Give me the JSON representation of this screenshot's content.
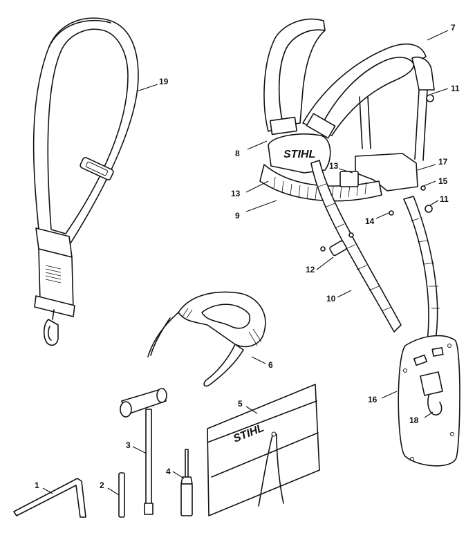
{
  "diagram": {
    "brand_text": "STIHL",
    "colors": {
      "line": "#111111",
      "background": "#ffffff"
    },
    "parts": [
      {
        "id": "1",
        "label": "1"
      },
      {
        "id": "2",
        "label": "2"
      },
      {
        "id": "3",
        "label": "3"
      },
      {
        "id": "4",
        "label": "4"
      },
      {
        "id": "5",
        "label": "5"
      },
      {
        "id": "6",
        "label": "6"
      },
      {
        "id": "7",
        "label": "7"
      },
      {
        "id": "8",
        "label": "8"
      },
      {
        "id": "9",
        "label": "9"
      },
      {
        "id": "10",
        "label": "10"
      },
      {
        "id": "11a",
        "label": "11"
      },
      {
        "id": "11b",
        "label": "11"
      },
      {
        "id": "12",
        "label": "12"
      },
      {
        "id": "13a",
        "label": "13"
      },
      {
        "id": "13b",
        "label": "13"
      },
      {
        "id": "14",
        "label": "14"
      },
      {
        "id": "15",
        "label": "15"
      },
      {
        "id": "16",
        "label": "16"
      },
      {
        "id": "17",
        "label": "17"
      },
      {
        "id": "18",
        "label": "18"
      },
      {
        "id": "19",
        "label": "19"
      }
    ]
  }
}
